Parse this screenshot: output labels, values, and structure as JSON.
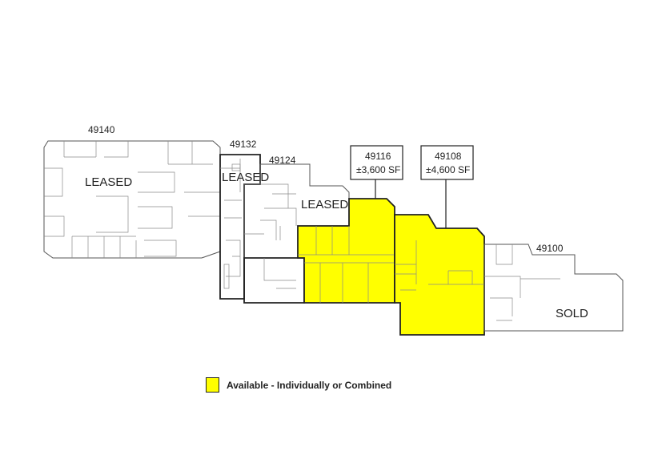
{
  "units": {
    "u49140": {
      "address": "49140",
      "status": "LEASED"
    },
    "u49132": {
      "address": "49132",
      "status": "LEASED"
    },
    "u49124": {
      "address": "49124",
      "status": "LEASED"
    },
    "u49116": {
      "address": "49116",
      "area": "±3,600 SF"
    },
    "u49108": {
      "address": "49108",
      "area": "±4,600 SF"
    },
    "u49100": {
      "address": "49100",
      "status": "SOLD"
    }
  },
  "legend": {
    "label": "Available - Individually or Combined",
    "color": "#ffff00"
  }
}
